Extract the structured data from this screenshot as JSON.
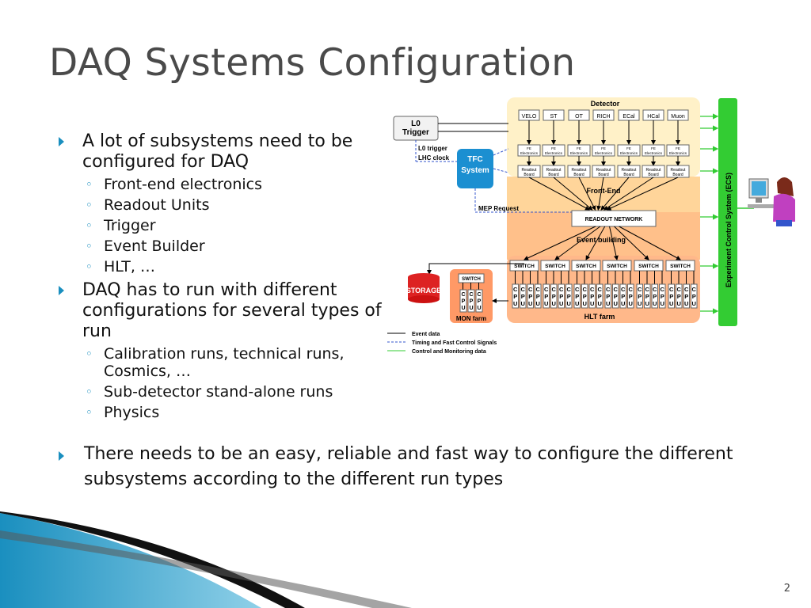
{
  "slide": {
    "title": "DAQ Systems Configuration",
    "page_number": "2"
  },
  "bullets": [
    {
      "text": "A lot of subsystems need to be configured for DAQ",
      "children": [
        "Front-end electronics",
        "Readout Units",
        "Trigger",
        "Event Builder",
        "HLT, …"
      ]
    },
    {
      "text": "DAQ has to run with different configurations for several types of run",
      "children": [
        "Calibration runs, technical runs, Cosmics, …",
        "Sub-detector stand-alone runs",
        "Physics"
      ]
    }
  ],
  "bottom_bullet": "There needs to be an easy, reliable and fast way to configure the different subsystems according to the different run types",
  "diagram": {
    "detector_label": "Detector",
    "subdetectors": [
      "VELO",
      "ST",
      "OT",
      "RICH",
      "ECal",
      "HCal",
      "Muon"
    ],
    "fe_label_1": "FE",
    "fe_label_2": "Electronics",
    "rb_label_1": "Readout",
    "rb_label_2": "Board",
    "l0_label_1": "L0",
    "l0_label_2": "Trigger",
    "l0_trigger_signal": "L0 trigger",
    "lhc_clock": "LHC clock",
    "tfc_label_1": "TFC",
    "tfc_label_2": "System",
    "frontend_label": "Front-End",
    "mep_request": "MEP Request",
    "readout_network": "READOUT NETWORK",
    "event_building": "Event building",
    "switch_label": "SWITCH",
    "cpu_letters": [
      "C",
      "P",
      "U"
    ],
    "storage": "STORAGE",
    "mon_farm": "MON farm",
    "hlt_farm": "HLT farm",
    "ecs_label": "Experiment Control System (ECS)",
    "legend": [
      "Event data",
      "Timing and Fast Control Signals",
      "Control and Monitoring data"
    ]
  },
  "colors": {
    "title": "#4a4a4a",
    "bullet_accent": "#1a8fbf",
    "ecs_green": "#33cc33",
    "tfc_blue": "#1b8fd1",
    "storage_red": "#dd2222"
  }
}
